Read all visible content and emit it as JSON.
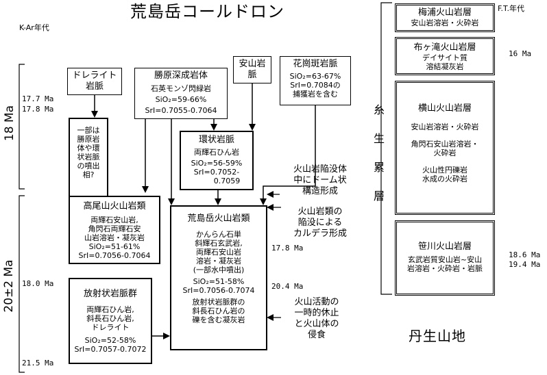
{
  "title": "荒島岳コールドロン",
  "kar_label": "K-Ar年代",
  "ft_label": "F.T.年代",
  "ma_labels": {
    "ma18": "18 Ma",
    "ma20": "20±2 Ma"
  },
  "ages": {
    "a177": "17.7 Ma",
    "a178": "17.8 Ma",
    "a180": "18.0 Ma",
    "a215": "21.5 Ma",
    "b178": "17.8 Ma",
    "b204": "20.4 Ma",
    "r16": "16 Ma",
    "r186": "18.6 Ma",
    "r194": "19.4 Ma"
  },
  "boxes": {
    "dolerite": {
      "lines": [
        "ドレライト",
        "岩脈"
      ]
    },
    "katsuhara": {
      "lines": [
        "勝原深成岩体",
        "石英モンゾ閃緑岩",
        "SiO₂=59-66%",
        "SrI=0.7055-0.7064"
      ]
    },
    "andesite_dyke": {
      "lines": [
        "安山岩",
        "脈"
      ]
    },
    "granite": {
      "lines": [
        "花崗斑岩脈",
        "SiO₂=63-67%",
        "SrI=0.7084の",
        "捕獲岩を含む"
      ]
    },
    "eruption": {
      "lines": [
        "一部は",
        "勝原岩",
        "体や環",
        "状岩脈",
        "の噴出",
        "相?"
      ]
    },
    "ring": {
      "lines": [
        "環状岩脈",
        "両輝石ひん岩",
        "SiO₂=56-59%",
        "SrI=0.7052-",
        "0.7059"
      ]
    },
    "takaoyama": {
      "lines": [
        "高尾山火山岩類",
        "両輝石安山岩,",
        "角閃石両輝石安",
        "山岩溶岩・凝灰岩",
        "SiO₂=51-61%",
        "SrI=0.7056-0.7064"
      ]
    },
    "arashima": {
      "lines": [
        "荒島岳火山岩類",
        "かんらん石単",
        "斜輝石玄武岩,",
        "両輝石安山岩",
        "溶岩・凝灰岩",
        "(一部水中噴出)",
        "SiO₂=51-58%",
        "SrI=0.7056-0.7074",
        "放射状岩脈群の",
        "斜長石ひん岩の",
        "礫を含む凝灰岩"
      ]
    },
    "radial": {
      "lines": [
        "放射状岩脈群",
        "両輝石ひん岩,",
        "斜長石ひん岩,",
        "ドレライト",
        "SiO₂=52-58%",
        "SrI=0.7057-0.7072"
      ]
    },
    "umeura": {
      "lines": [
        "梅浦火山岩層",
        "安山岩溶岩・火砕岩"
      ]
    },
    "nunogataki": {
      "lines": [
        "布ヶ滝火山岩層",
        "デイサイト質",
        "溶結凝灰岩"
      ]
    },
    "yokoyama": {
      "lines": [
        "横山火山岩層",
        "安山岩溶岩・火砕岩",
        "角閃石安山岩溶岩・",
        "火砕岩",
        "火山性円礫岩",
        "水成の火砕岩"
      ]
    },
    "sasagawa": {
      "lines": [
        "笹川火山岩層",
        "玄武岩質安山岩~安山",
        "岩溶岩・火砕岩・岩脈"
      ]
    }
  },
  "annotations": {
    "dome": [
      "火山岩陥没体",
      "中にドーム状",
      "構造形成"
    ],
    "caldera": [
      "火山岩類の",
      "陥没による",
      "カルデラ形成"
    ],
    "pause": [
      "火山活動の",
      "一時的休止",
      "と火山体の",
      "侵食"
    ]
  },
  "itoshiro": [
    "糸",
    "生",
    "累",
    "層"
  ],
  "nyu": "丹生山地"
}
